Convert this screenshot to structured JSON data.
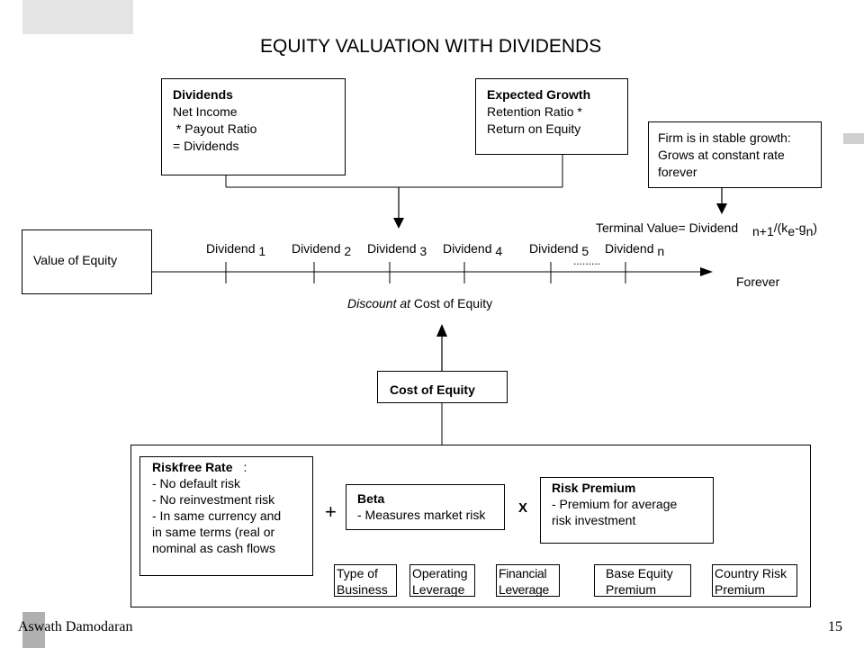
{
  "slide": {
    "title": "EQUITY VALUATION WITH DIVIDENDS",
    "author": "Aswath Damodaran",
    "page_number": "15"
  },
  "dividends_box": {
    "heading": "Dividends",
    "line1": "Net Income",
    "line2": " * Payout Ratio",
    "line3": "= Dividends"
  },
  "growth_box": {
    "heading": "Expected Growth",
    "line1": "Retention Ratio *",
    "line2": "Return on Equity"
  },
  "stable_box": {
    "line1": "Firm is in stable growth:",
    "line2": "Grows at constant rate",
    "line3": "forever"
  },
  "terminal": {
    "prefix": "Terminal Value= Dividend",
    "sub_n1": "n+1",
    "slash": "/(k",
    "sub_e": "e",
    "dash": "-g",
    "sub_n": "n",
    "close": ")"
  },
  "value_box": {
    "label": "Value of Equity"
  },
  "timeline": {
    "dividend_word": "Dividend",
    "subscripts": [
      "1",
      "2",
      "3",
      "4",
      "5",
      "n"
    ],
    "ellipsis": ".........",
    "forever": "Forever"
  },
  "discount": {
    "italic": "Discount at",
    "rest": " Cost of Equity"
  },
  "cost_box": {
    "label": "Cost of Equity"
  },
  "riskfree_box": {
    "heading": "Riskfree Rate",
    "colon": ":",
    "line1": "- No default risk",
    "line2": "- No reinvestment risk",
    "line3": "- In same currency and",
    "line4": "in same terms (real or",
    "line5": "nominal as cash flows"
  },
  "plus_sign": "+",
  "times_sign": "X",
  "beta_box": {
    "heading": "Beta",
    "line1": "- Measures market risk"
  },
  "premium_box": {
    "heading": "Risk Premium",
    "line1": "- Premium for average",
    "line2": "risk investment"
  },
  "beta_drivers": [
    {
      "line1": "Type of",
      "line2": "Business"
    },
    {
      "line1": "Operating",
      "line2": "Leverage"
    },
    {
      "line1": "Financial",
      "line2": "Leverage"
    }
  ],
  "premium_drivers": [
    {
      "line1": "Base Equity",
      "line2": "Premium"
    },
    {
      "line1": "Country Risk",
      "line2": "Premium"
    }
  ]
}
